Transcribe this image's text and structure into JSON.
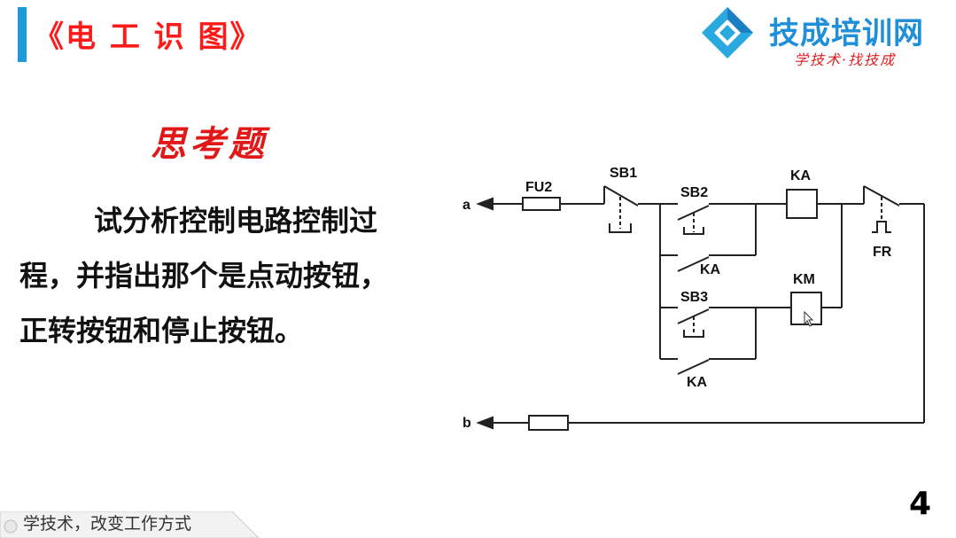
{
  "header": {
    "title": "《电 工 识 图》",
    "brand_name": "技成培训网",
    "brand_slogan": "学技术·找技成"
  },
  "content": {
    "subtitle": "思考题",
    "question_lines": [
      "试分析控制电路控制过",
      "程，并指出那个是点动按钮，",
      "正转按钮和停止按钮。"
    ]
  },
  "circuit": {
    "terminal_a": "a",
    "terminal_b": "b",
    "fuse_label": "FU2",
    "sb1_label": "SB1",
    "sb2_label": "SB2",
    "sb3_label": "SB3",
    "ka_contact_1_label": "KA",
    "ka_contact_2_label": "KA",
    "ka_coil_label": "KA",
    "km_coil_label": "KM",
    "fr_label": "FR"
  },
  "footer": {
    "slogan": "学技术，改变工作方式",
    "page_number": "4"
  },
  "colors": {
    "accent": "#1e9ad6",
    "title_red": "#ff1a1a",
    "brand_blue": "#1e8fd8"
  }
}
